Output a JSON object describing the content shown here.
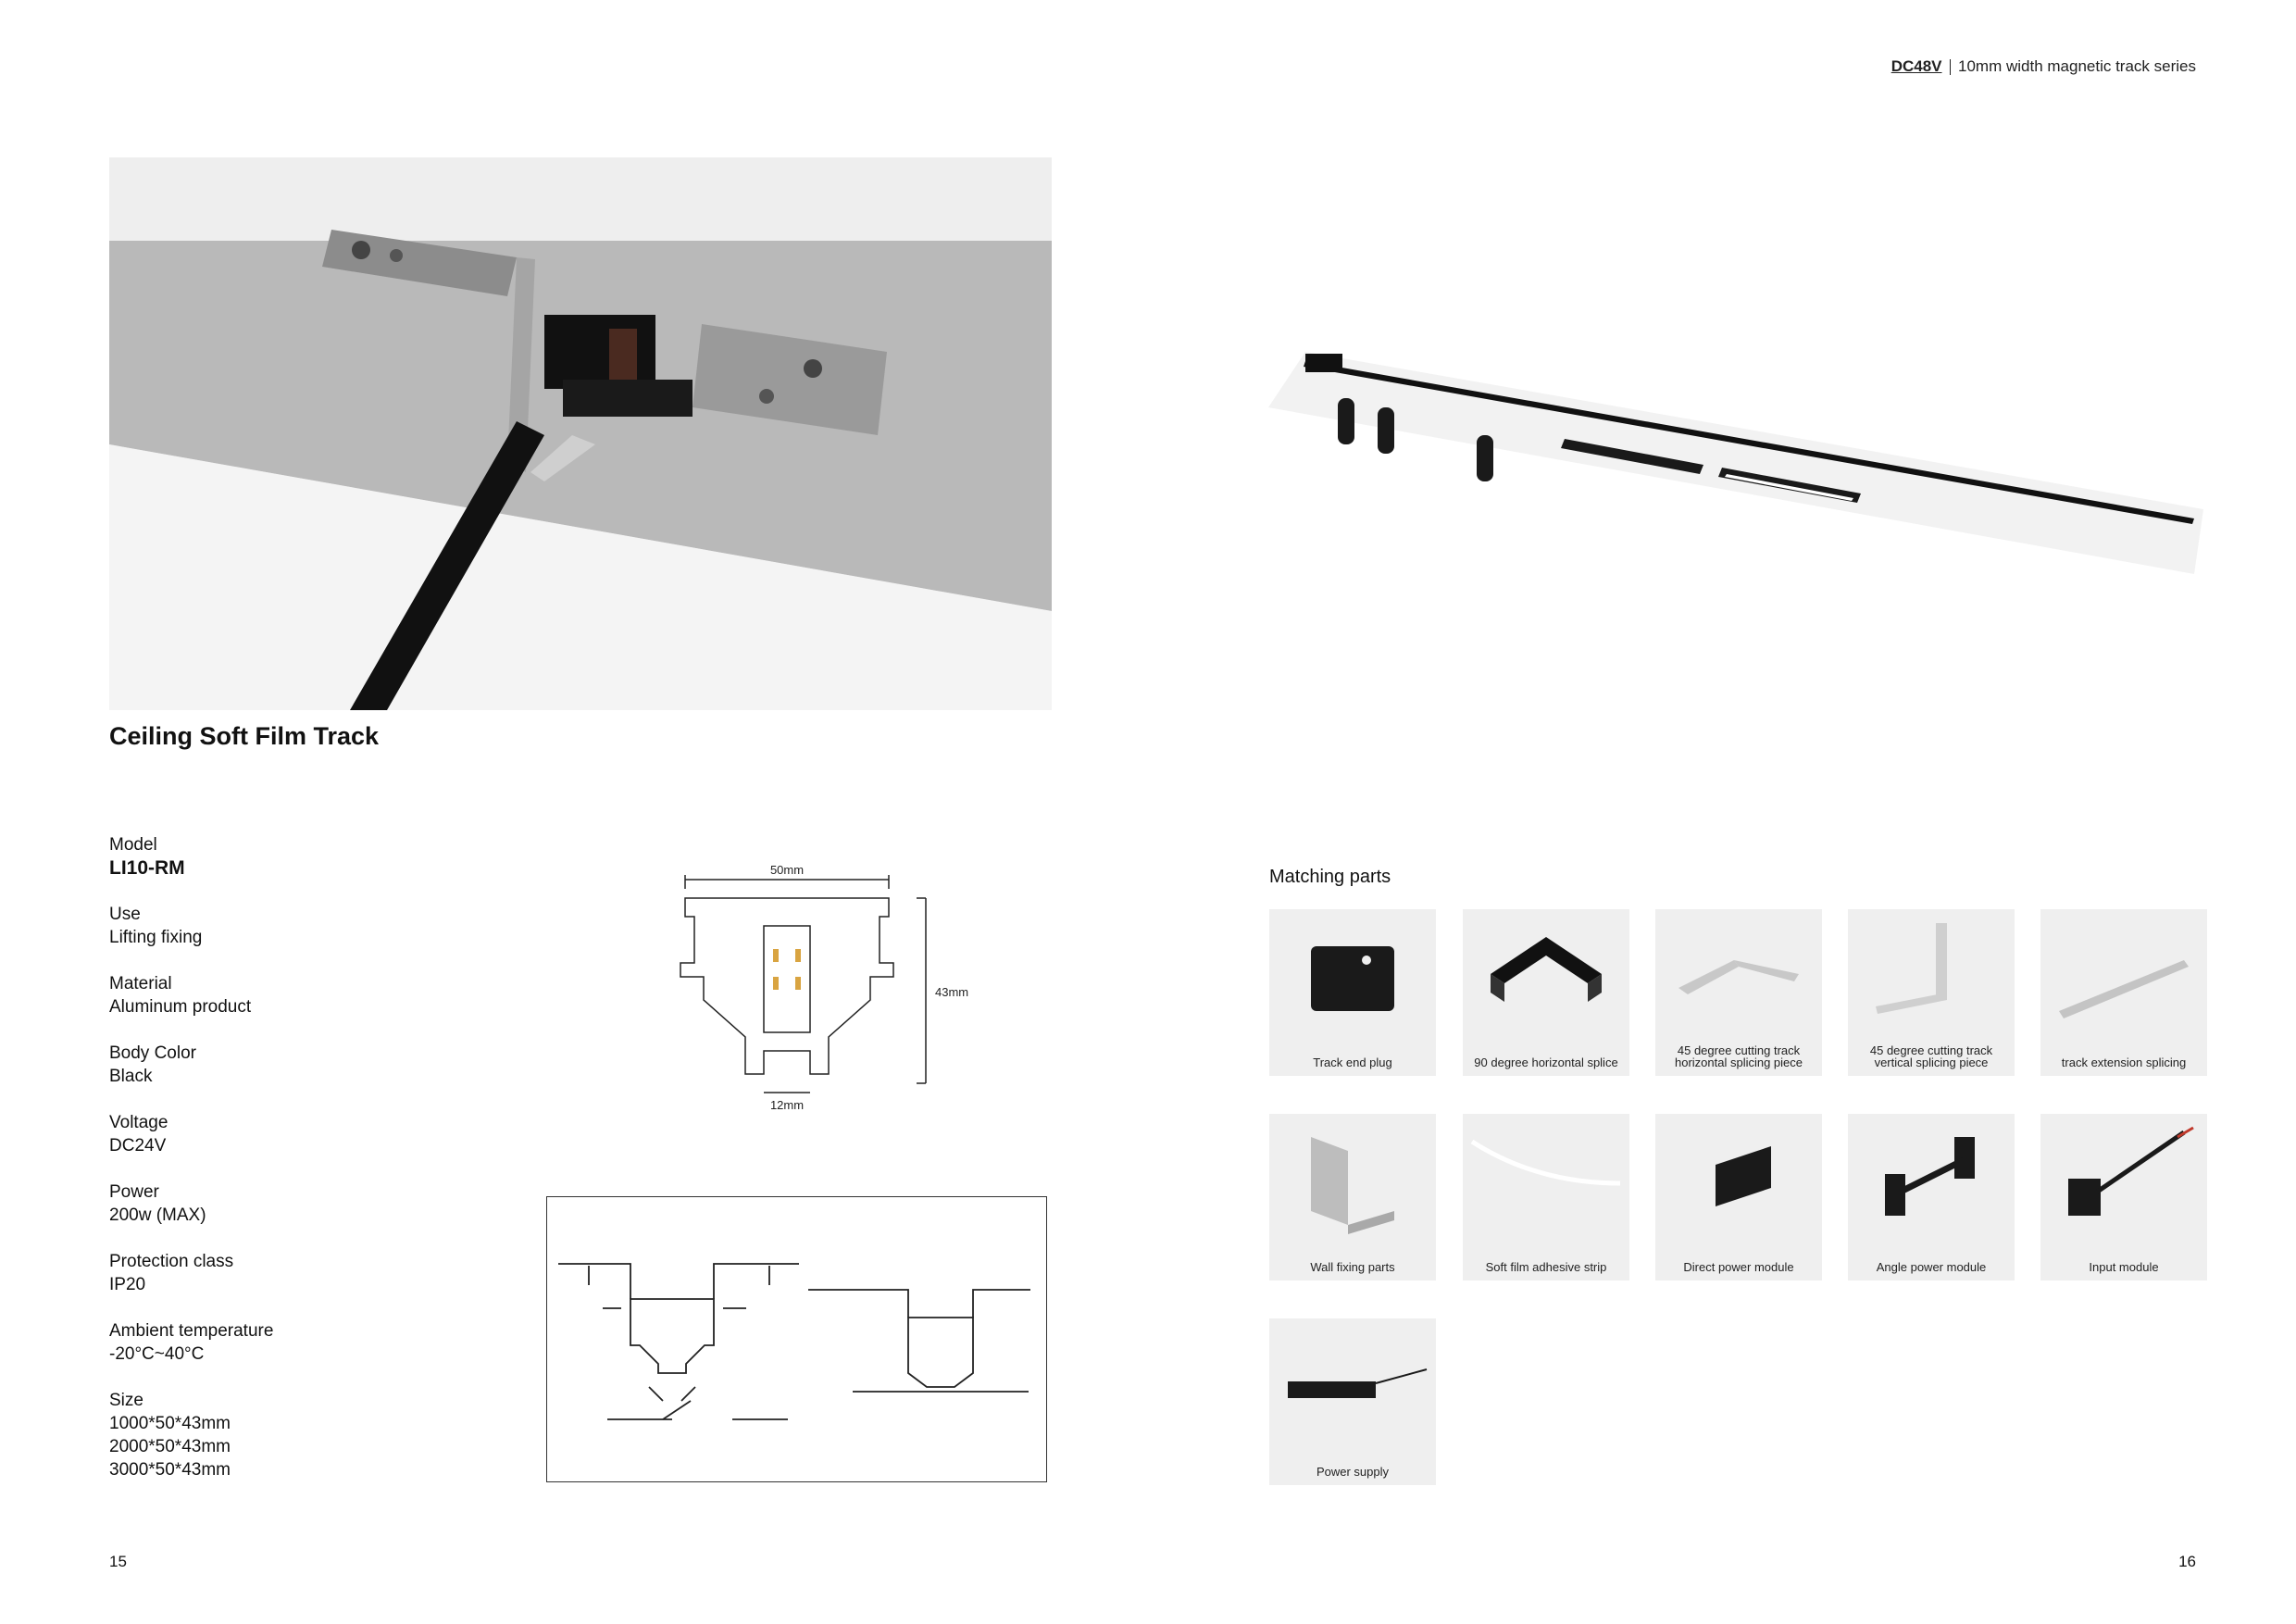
{
  "header": {
    "brand": "DC48V",
    "series": "10mm width magnetic track series"
  },
  "product": {
    "title": "Ceiling Soft Film Track"
  },
  "specs": {
    "model": {
      "label": "Model",
      "value": "LI10-RM"
    },
    "use": {
      "label": "Use",
      "value": "Lifting fixing"
    },
    "material": {
      "label": "Material",
      "value": "Aluminum product"
    },
    "body_color": {
      "label": "Body Color",
      "value": "Black"
    },
    "voltage": {
      "label": "Voltage",
      "value": "DC24V"
    },
    "power": {
      "label": "Power",
      "value": "200w (MAX)"
    },
    "protection": {
      "label": "Protection class",
      "value": "IP20"
    },
    "ambient": {
      "label": "Ambient temperature",
      "value": "-20°C~40°C"
    },
    "size": {
      "label": "Size",
      "values": [
        "1000*50*43mm",
        "2000*50*43mm",
        "3000*50*43mm"
      ]
    }
  },
  "profile_dims": {
    "width": "50mm",
    "height": "43mm",
    "bottom": "12mm"
  },
  "matching_parts": {
    "title": "Matching parts",
    "items": [
      {
        "label": "Track end plug",
        "icon": "end-plug-icon"
      },
      {
        "label": "90 degree horizontal splice",
        "icon": "corner-splice-icon"
      },
      {
        "label": "45 degree cutting track\nhorizontal  splicing piece",
        "icon": "flat-bracket-icon"
      },
      {
        "label": "45 degree cutting track\nvertical splicing piece",
        "icon": "vertical-bracket-icon"
      },
      {
        "label": "track extension splicing",
        "icon": "extension-plate-icon"
      },
      {
        "label": "Wall fixing parts",
        "icon": "wall-bracket-icon"
      },
      {
        "label": "Soft film adhesive strip",
        "icon": "adhesive-strip-icon"
      },
      {
        "label": "Direct power module",
        "icon": "direct-power-icon"
      },
      {
        "label": "Angle power module",
        "icon": "angle-power-icon"
      },
      {
        "label": "Input module",
        "icon": "input-module-icon"
      },
      {
        "label": "Power supply",
        "icon": "power-supply-icon"
      }
    ]
  },
  "pages": {
    "left": "15",
    "right": "16"
  }
}
